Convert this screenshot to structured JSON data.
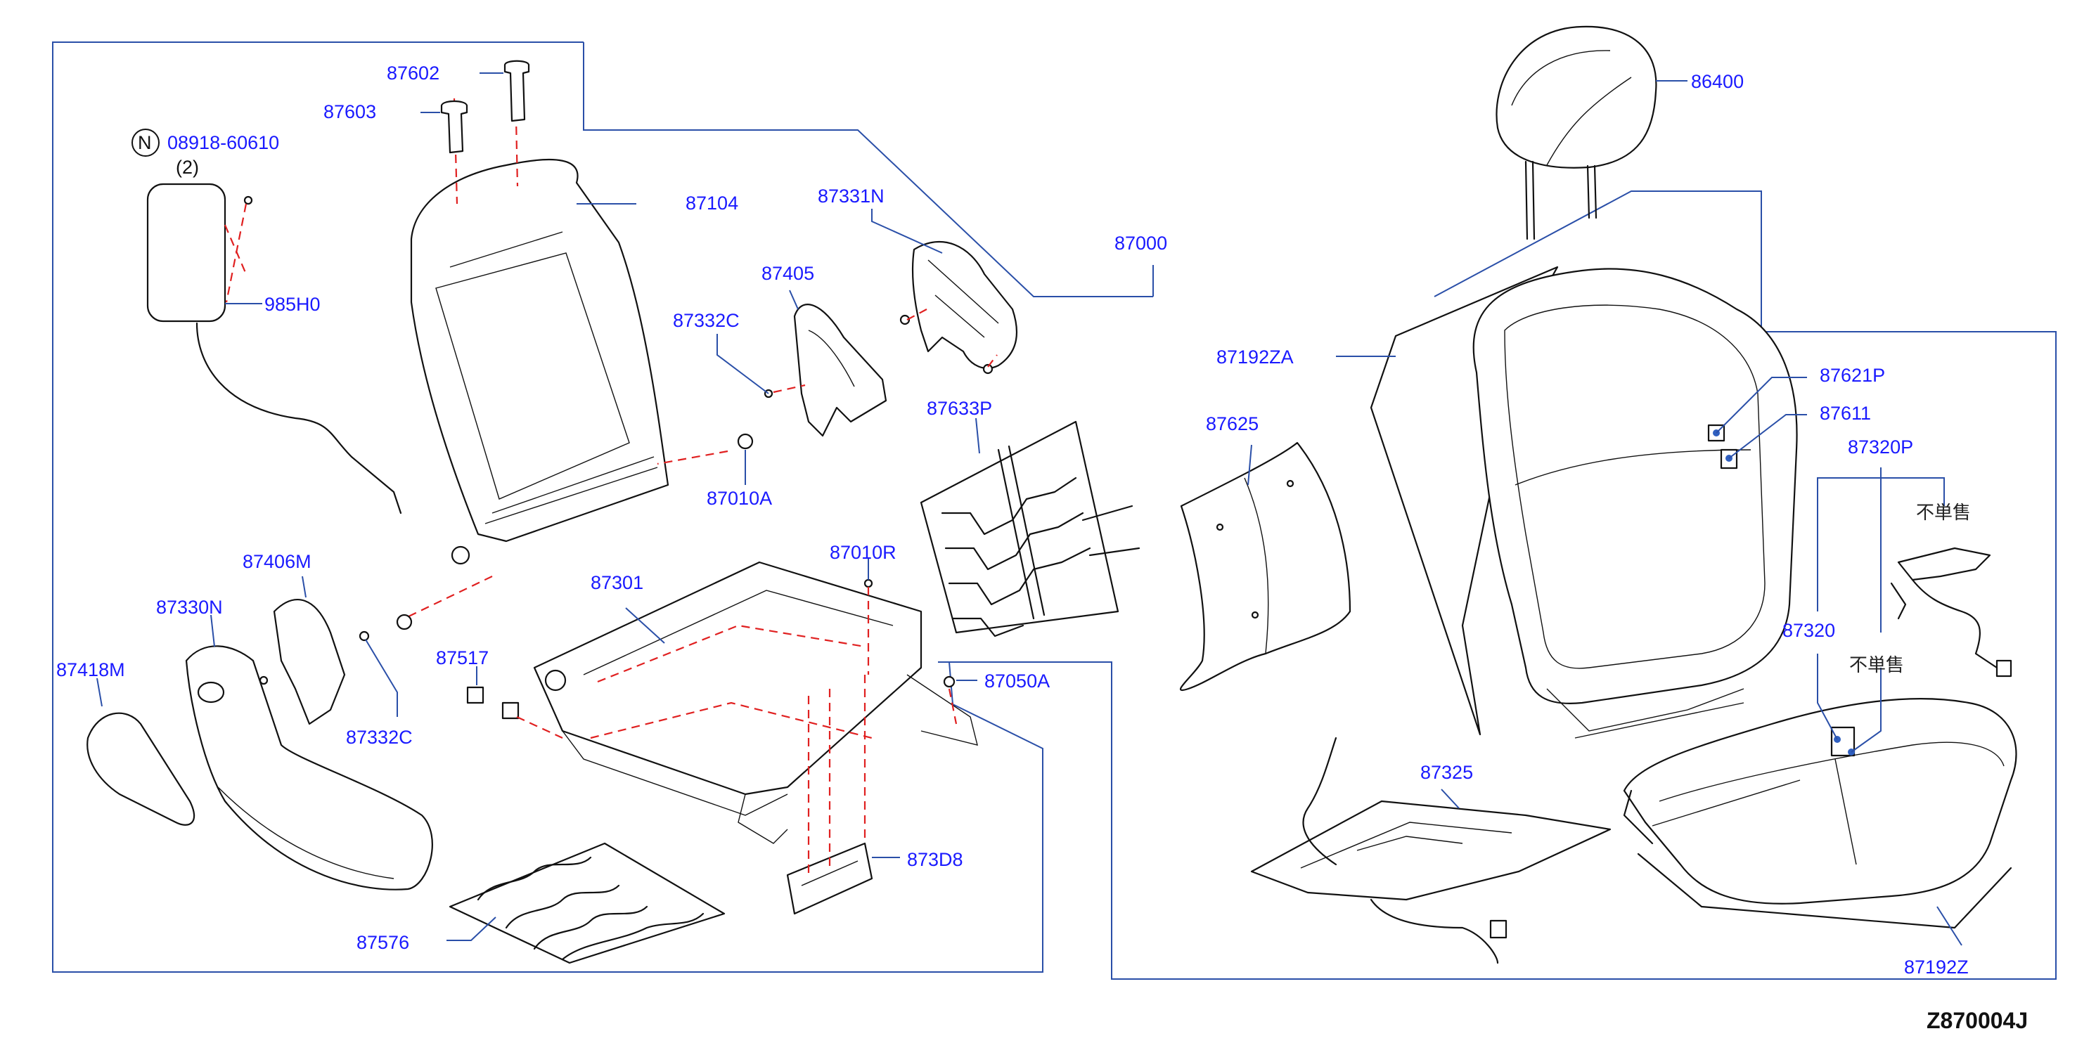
{
  "diagram_code": "Z870004J",
  "note_symbol": "N",
  "qty_note": "(2)",
  "not_sold_text": "不単售",
  "labels": {
    "p87602": "87602",
    "p87603": "87603",
    "p08918": "08918-60610",
    "p985H0": "985H0",
    "p87104": "87104",
    "p87331N": "87331N",
    "p87405": "87405",
    "p87332C_a": "87332C",
    "p87010A": "87010A",
    "p87633P": "87633P",
    "p87000": "87000",
    "p86400": "86400",
    "p87192ZA": "87192ZA",
    "p87625": "87625",
    "p87621P": "87621P",
    "p87611": "87611",
    "p87320P": "87320P",
    "p87406M": "87406M",
    "p87330N": "87330N",
    "p87418M": "87418M",
    "p87332C_b": "87332C",
    "p87301": "87301",
    "p87010R": "87010R",
    "p87517": "87517",
    "p87050A": "87050A",
    "p873D8": "873D8",
    "p87576": "87576",
    "p87325": "87325",
    "p87320": "87320",
    "p87192Z": "87192Z"
  },
  "colors": {
    "label": "#1a1aff",
    "frame": "#2a4fa8",
    "dashed_leader": "#e02020",
    "outline": "#111111"
  }
}
